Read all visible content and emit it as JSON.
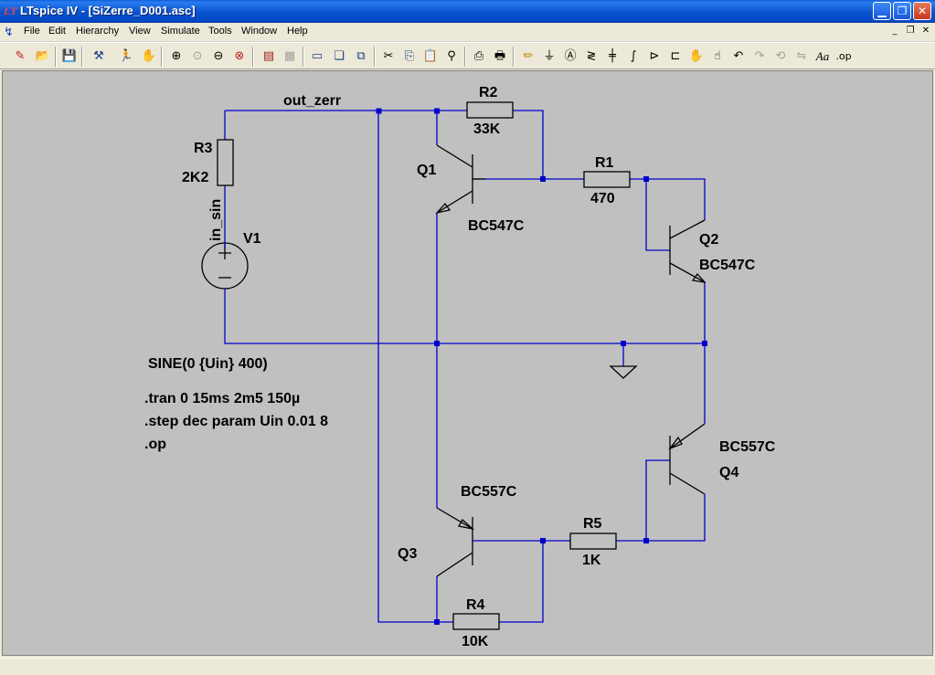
{
  "window": {
    "title": "LTspice IV - [SiZerre_D001.asc]",
    "app_icon": "ltspice-icon",
    "controls": {
      "minimize": "minimize-icon",
      "maximize": "maximize-icon",
      "close": "close-icon"
    }
  },
  "menubar": {
    "items": [
      "File",
      "Edit",
      "Hierarchy",
      "View",
      "Simulate",
      "Tools",
      "Window",
      "Help"
    ]
  },
  "toolbar": {
    "icons": [
      "new-schematic-icon",
      "open-icon",
      "save-icon",
      "control-panel-icon",
      "run-icon",
      "halt-icon",
      "zoom-in-icon",
      "zoom-pan-icon",
      "zoom-out-icon",
      "zoom-fit-icon",
      "autoscale-icon",
      "waveform-icon",
      "tile-vertical-icon",
      "cascade-icon",
      "tile-icon",
      "cut-icon",
      "copy-icon",
      "paste-icon",
      "find-icon",
      "print-preview-icon",
      "print-icon",
      "wire-icon",
      "ground-icon",
      "label-icon",
      "resistor-icon",
      "capacitor-icon",
      "inductor-icon",
      "diode-icon",
      "component-icon",
      "move-icon",
      "drag-icon",
      "undo-icon",
      "redo-icon",
      "rotate-icon",
      "mirror-icon",
      "text-icon",
      "spice-directive-icon"
    ],
    "text_label": "Aa",
    "op_label": ".op"
  },
  "schematic": {
    "net_labels": {
      "out": "out_zerr",
      "in": "in_sin"
    },
    "components": {
      "R1": {
        "name": "R1",
        "value": "470"
      },
      "R2": {
        "name": "R2",
        "value": "33K"
      },
      "R3": {
        "name": "R3",
        "value": "2K2"
      },
      "R4": {
        "name": "R4",
        "value": "10K"
      },
      "R5": {
        "name": "R5",
        "value": "1K"
      },
      "V1": {
        "name": "V1",
        "value": "SINE(0 {Uin} 400)"
      },
      "Q1": {
        "name": "Q1",
        "value": "BC547C"
      },
      "Q2": {
        "name": "Q2",
        "value": "BC547C"
      },
      "Q3": {
        "name": "Q3",
        "value": "BC557C"
      },
      "Q4": {
        "name": "Q4",
        "value": "BC557C"
      }
    },
    "directives": [
      ".tran 0 15ms 2m5 150µ",
      ".step dec param Uin 0.01 8",
      ".op"
    ],
    "colors": {
      "wire": "#0000cc",
      "background": "#c0c0c0",
      "text": "#000000"
    }
  }
}
